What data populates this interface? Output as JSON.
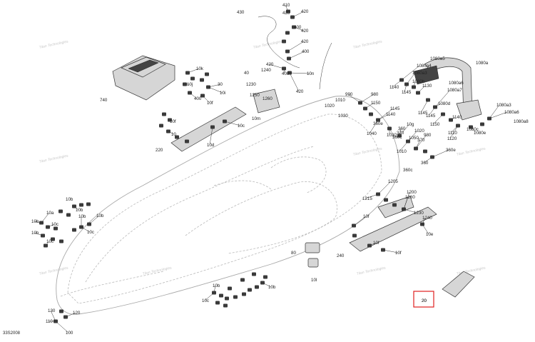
{
  "diagram_id": "33S2008",
  "highlighted_label": "20",
  "watermark": "Titan Technologies",
  "labels": [
    "430",
    "410",
    "420",
    "400",
    "420",
    "420",
    "420",
    "400",
    "420",
    "1240",
    "400",
    "10n",
    "420",
    "740",
    "10k",
    "40",
    "10j",
    "30",
    "400",
    "10i",
    "1230",
    "1250",
    "1260",
    "10f",
    "10f",
    "10",
    "220",
    "10d",
    "10c",
    "10m",
    "1080a5",
    "1080a",
    "1080a4",
    "1080a3",
    "1080b",
    "1080a6",
    "1080a7",
    "1140",
    "1130",
    "1145",
    "990",
    "980",
    "1010",
    "1020",
    "1030",
    "1150",
    "1145",
    "1140",
    "360e",
    "360c",
    "1150",
    "10g",
    "360",
    "370",
    "1040",
    "1030",
    "1145",
    "1080d",
    "1145",
    "1140",
    "1080c",
    "1080a3",
    "1080a6",
    "1080a8",
    "1080e",
    "1050",
    "1020",
    "980",
    "1120",
    "1110",
    "1010",
    "370",
    "360",
    "360c",
    "360e",
    "1205",
    "1200",
    "1260",
    "1215",
    "1230",
    "1240",
    "10f",
    "10f",
    "10f",
    "10e",
    "240",
    "80",
    "10l",
    "20",
    "10b",
    "10b",
    "10a",
    "10b",
    "10c",
    "10b",
    "10c",
    "10b",
    "10b",
    "10c",
    "10b",
    "10b",
    "10c",
    "130",
    "120",
    "110",
    "100"
  ]
}
